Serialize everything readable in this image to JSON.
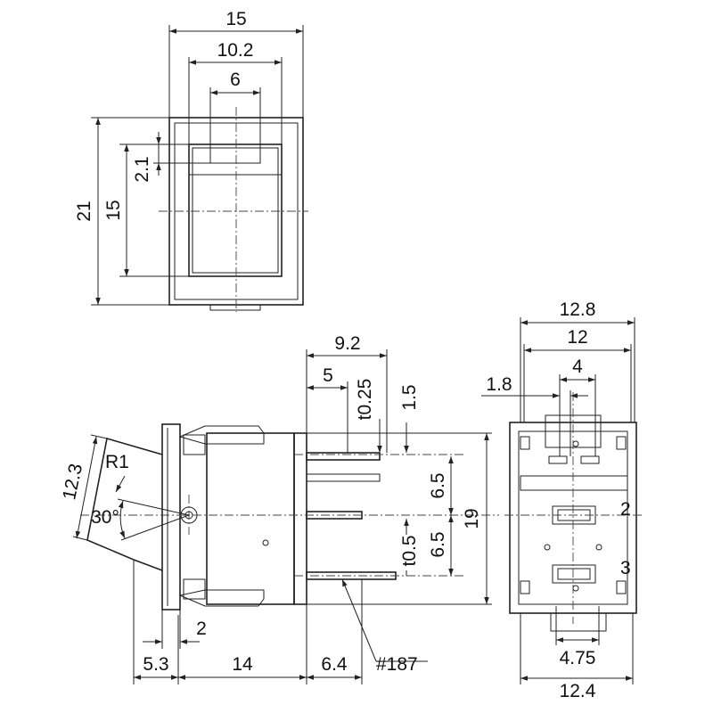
{
  "front_view": {
    "width_outer": "15",
    "width_inner": "10.2",
    "width_slot": "6",
    "height_outer": "21",
    "height_inner": "15",
    "slot_height": "2.1"
  },
  "side_view": {
    "depth_terminal": "9.2",
    "offset_a": "5",
    "thickness_terminal": "t0.25",
    "offset_b": "1.5",
    "pitch_upper": "6.5",
    "pitch_lower": "6.5",
    "height": "19",
    "thickness_body": "t0.5",
    "radius": "R1",
    "angle": "30°",
    "actuator_length": "12.3",
    "actuator_offset": "2",
    "flange_depth": "5.3",
    "body_depth": "14",
    "terminal_length": "6.4",
    "terminal_type": "#187"
  },
  "end_view": {
    "width_outer": "12.8",
    "width_inner": "12",
    "spacing_a": "1.8",
    "spacing_b": "4",
    "terminal_spacing": "4.75",
    "width_bottom": "12.4",
    "terminal_2": "2",
    "terminal_3": "3"
  }
}
